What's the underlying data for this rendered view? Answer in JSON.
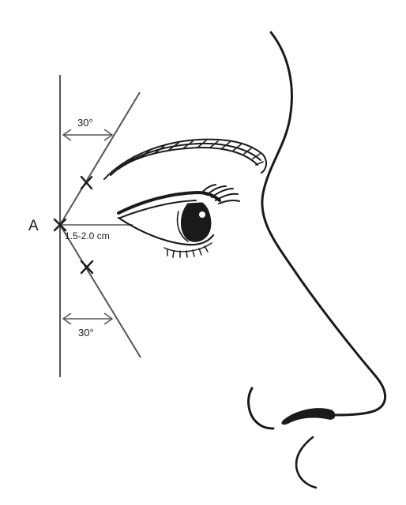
{
  "diagram": {
    "point_label": "A",
    "upper_angle_label": "30°",
    "lower_angle_label": "30°",
    "distance_label": "1.5-2.0 cm"
  },
  "colors": {
    "line": "#1a1a1a",
    "guide": "#555555",
    "background": "#ffffff"
  }
}
